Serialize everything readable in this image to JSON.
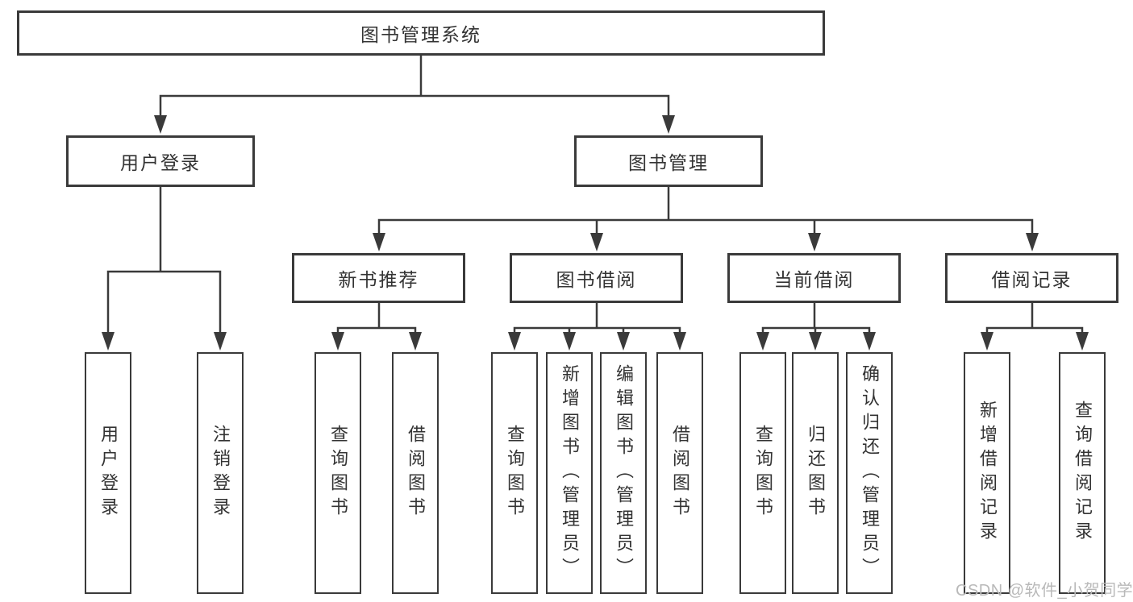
{
  "diagram": {
    "title": "图书管理系统",
    "level2": [
      "用户登录",
      "图书管理"
    ],
    "level3": [
      "新书推荐",
      "图书借阅",
      "当前借阅",
      "借阅记录"
    ],
    "leaves": {
      "user_login": [
        "用户登录",
        "注销登录"
      ],
      "new_book_recommend": [
        "查询图书",
        "借阅图书"
      ],
      "book_borrow": [
        "查询图书",
        "新增图书（管理员）",
        "编辑图书（管理员）",
        "借阅图书"
      ],
      "current_borrow": [
        "查询图书",
        "归还图书",
        "确认归还（管理员）"
      ],
      "borrow_records": [
        "新增借阅记录",
        "查询借阅记录"
      ]
    },
    "watermark": "CSDN @软件_小贺同学",
    "colors": {
      "line": "#3a3a3a",
      "text": "#333333",
      "watermark": "#b9b9b9",
      "background": "#ffffff"
    }
  }
}
